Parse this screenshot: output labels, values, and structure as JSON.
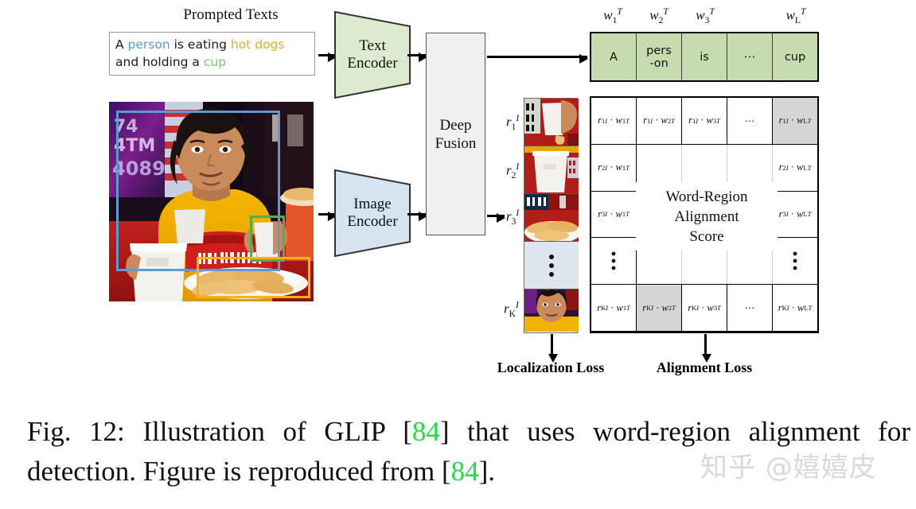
{
  "figure": {
    "prompt_title": "Prompted Texts",
    "prompt_text": {
      "a": "A ",
      "person": "person",
      "mid1": " is eating ",
      "hotdogs": "hot dogs",
      "mid2": "and holding a ",
      "cup": "cup"
    },
    "text_encoder": {
      "line1": "Text",
      "line2": "Encoder"
    },
    "image_encoder": {
      "line1": "Image",
      "line2": "Encoder"
    },
    "deep_fusion": {
      "line1": "Deep",
      "line2": "Fusion"
    },
    "center_label": {
      "line1": "Word-Region",
      "line2": "Alignment",
      "line3": "Score"
    },
    "localization_loss": "Localization Loss",
    "alignment_loss": "Alignment Loss",
    "word_headers": [
      "w",
      "w",
      "w",
      "",
      "w"
    ],
    "word_header_subs": [
      "1",
      "2",
      "3",
      "",
      "L"
    ],
    "word_cells": [
      "A",
      "pers\n-on",
      "is",
      "⋯",
      "cup"
    ],
    "region_labels": [
      "r",
      "r",
      "r",
      "",
      "r"
    ],
    "region_label_subs": [
      "1",
      "2",
      "3",
      "",
      "K"
    ],
    "matrix_rows": [
      {
        "sub": "1",
        "cells": [
          "r₁ᴵ · w₁ᵀ",
          "r₁ᴵ · w₂ᵀ",
          "r₁ᴵ · w₃ᵀ",
          "⋯",
          "r₁ᴵ · wₗᵀ"
        ]
      },
      {
        "sub": "2",
        "cells": [
          "r₂ᴵ · w₁ᵀ",
          "",
          "",
          "",
          "r₂ᴵ · wₗᵀ"
        ]
      },
      {
        "sub": "3",
        "cells": [
          "r₃ᴵ · w₁ᵀ",
          "",
          "",
          "",
          "r₃ᴵ · wₗᵀ"
        ]
      },
      {
        "sub": "",
        "cells": [
          "⋮",
          "",
          "",
          "",
          "⋮"
        ]
      },
      {
        "sub": "K",
        "cells": [
          "rₖᴵ · w₁ᵀ",
          "rₖᴵ · w₂ᵀ",
          "rₖᴵ · w₃ᵀ",
          "⋯",
          "rₖᴵ · wₗᵀ"
        ]
      }
    ],
    "caption": {
      "part1": "Fig. 12: Illustration of GLIP [",
      "ref1": "84",
      "part2": "] that uses word-region alignment for detection. Figure is reproduced from [",
      "ref2": "84",
      "part3": "]."
    },
    "watermark": "知乎 @嬉嬉皮",
    "bbox_labels": {
      "person": "person-bounding-box",
      "cup": "cup-bounding-box",
      "hotdogs": "hot-dogs-bounding-box"
    },
    "colors": {
      "person_blue": "#5b9bd5",
      "hotdogs_yellow": "#e0b21e",
      "cup_green": "#7fbe7f",
      "word_cell_green": "#c6dcae",
      "text_encoder_fill": "#dcebd0",
      "image_encoder_fill": "#d6e4f2",
      "fusion_fill": "#f0f0f0",
      "highlight_gray": "#d5d5d5",
      "reference_green": "#22dd44"
    }
  }
}
